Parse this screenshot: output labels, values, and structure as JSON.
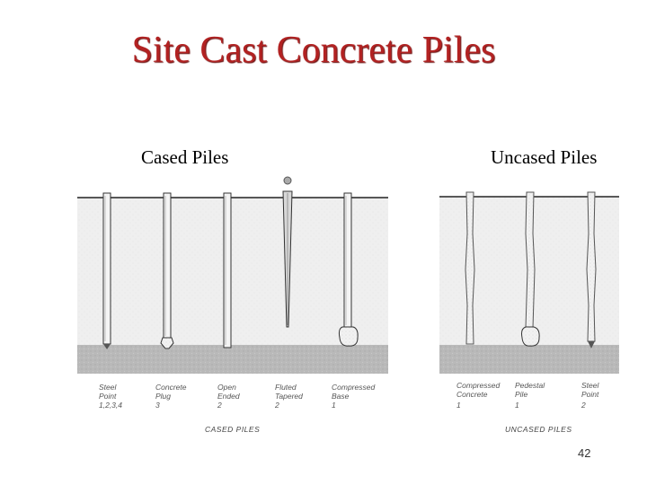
{
  "slide": {
    "title": "Site Cast Concrete Piles",
    "subtitle_left": "Cased Piles",
    "subtitle_right": "Uncased Piles",
    "page_number": "42"
  },
  "cased": {
    "caption": "CASED PILES",
    "piles": [
      {
        "name": "Steel Point",
        "code": "1,2,3,4"
      },
      {
        "name": "Concrete Plug",
        "code": "3"
      },
      {
        "name": "Open Ended",
        "code": "2"
      },
      {
        "name": "Fluted Tapered",
        "code": "2"
      },
      {
        "name": "Compressed Base",
        "code": "1"
      }
    ]
  },
  "uncased": {
    "caption": "UNCASED PILES",
    "piles": [
      {
        "name": "Compressed Concrete",
        "code": "1"
      },
      {
        "name": "Pedestal Pile",
        "code": "1"
      },
      {
        "name": "Steel Point",
        "code": "2"
      }
    ]
  }
}
